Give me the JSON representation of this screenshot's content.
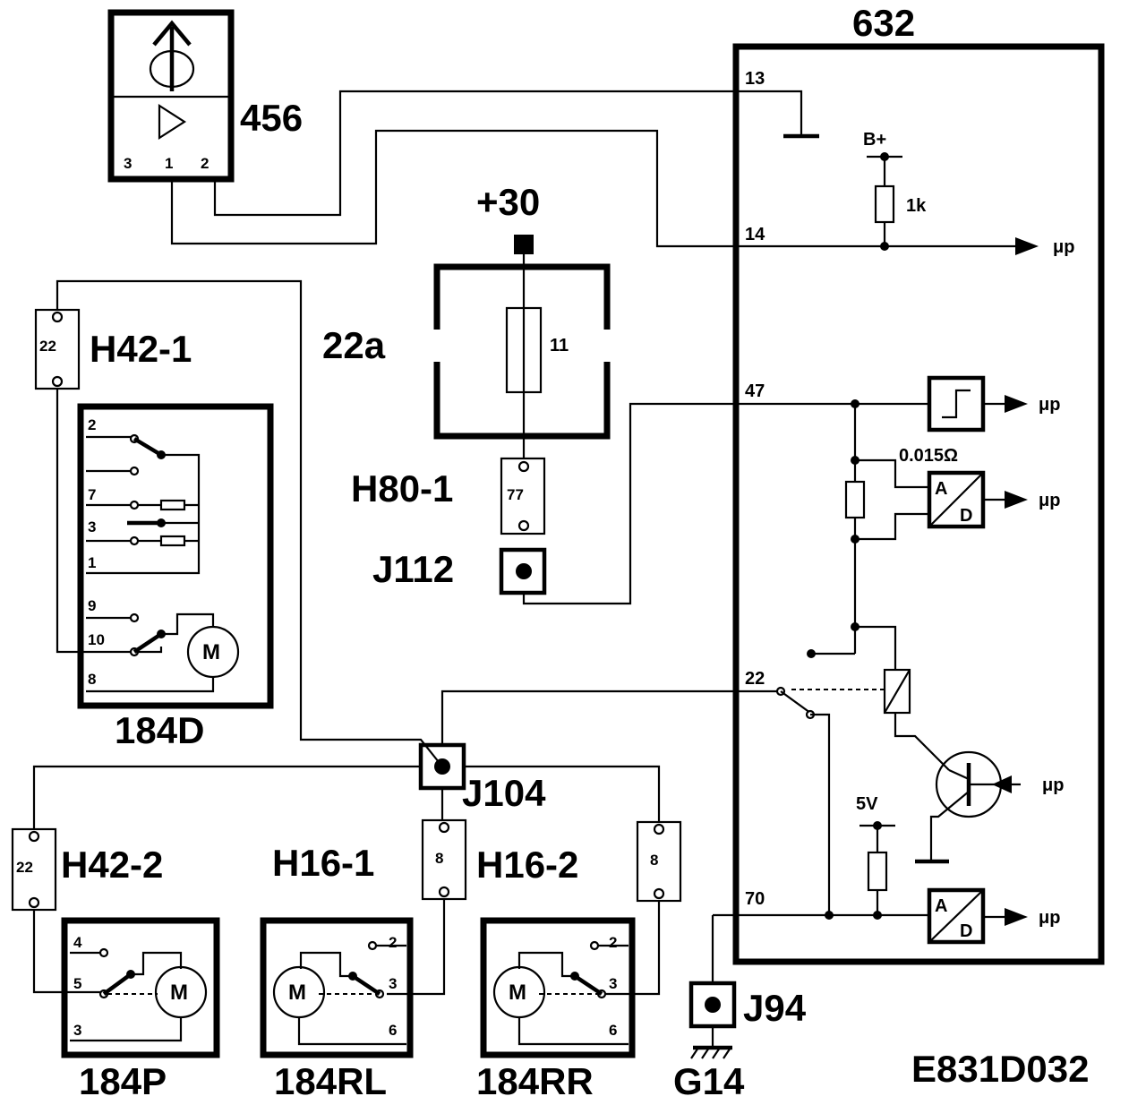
{
  "components": {
    "ecu": "632",
    "sensor": "456",
    "fuse_box": "22a",
    "fuse": "11",
    "supply": "+30",
    "conn_h42_1": "H42-1",
    "conn_h42_1_pin": "22",
    "conn_h42_2": "H42-2",
    "conn_h42_2_pin": "22",
    "conn_h80_1": "H80-1",
    "conn_h80_1_pin": "77",
    "conn_h16_1": "H16-1",
    "conn_h16_1_pin": "8",
    "conn_h16_2": "H16-2",
    "conn_h16_2_pin": "8",
    "junction_j112": "J112",
    "junction_j104": "J104",
    "junction_j94": "J94",
    "ground_g14": "G14",
    "motor_184d": "184D",
    "motor_184p": "184P",
    "motor_184rl": "184RL",
    "motor_184rr": "184RR",
    "diagram_code": "E831D032"
  },
  "sensor_pins": [
    "3",
    "1",
    "2"
  ],
  "ecu_pins": {
    "p13": "13",
    "p14": "14",
    "p47": "47",
    "p22": "22",
    "p70": "70"
  },
  "ecu_internal": {
    "bplus": "B+",
    "r1k": "1k",
    "shunt": "0.015Ω",
    "five_v": "5V",
    "adc_a": "A",
    "adc_d": "D",
    "mp": "μp"
  },
  "switch_184d_pins": [
    "2",
    "7",
    "3",
    "1",
    "9",
    "10",
    "8"
  ],
  "motor_letter": "M",
  "pins_184p": [
    "4",
    "5",
    "3"
  ],
  "pins_184rl": [
    "2",
    "3",
    "6"
  ],
  "pins_184rr": [
    "2",
    "3",
    "6"
  ]
}
